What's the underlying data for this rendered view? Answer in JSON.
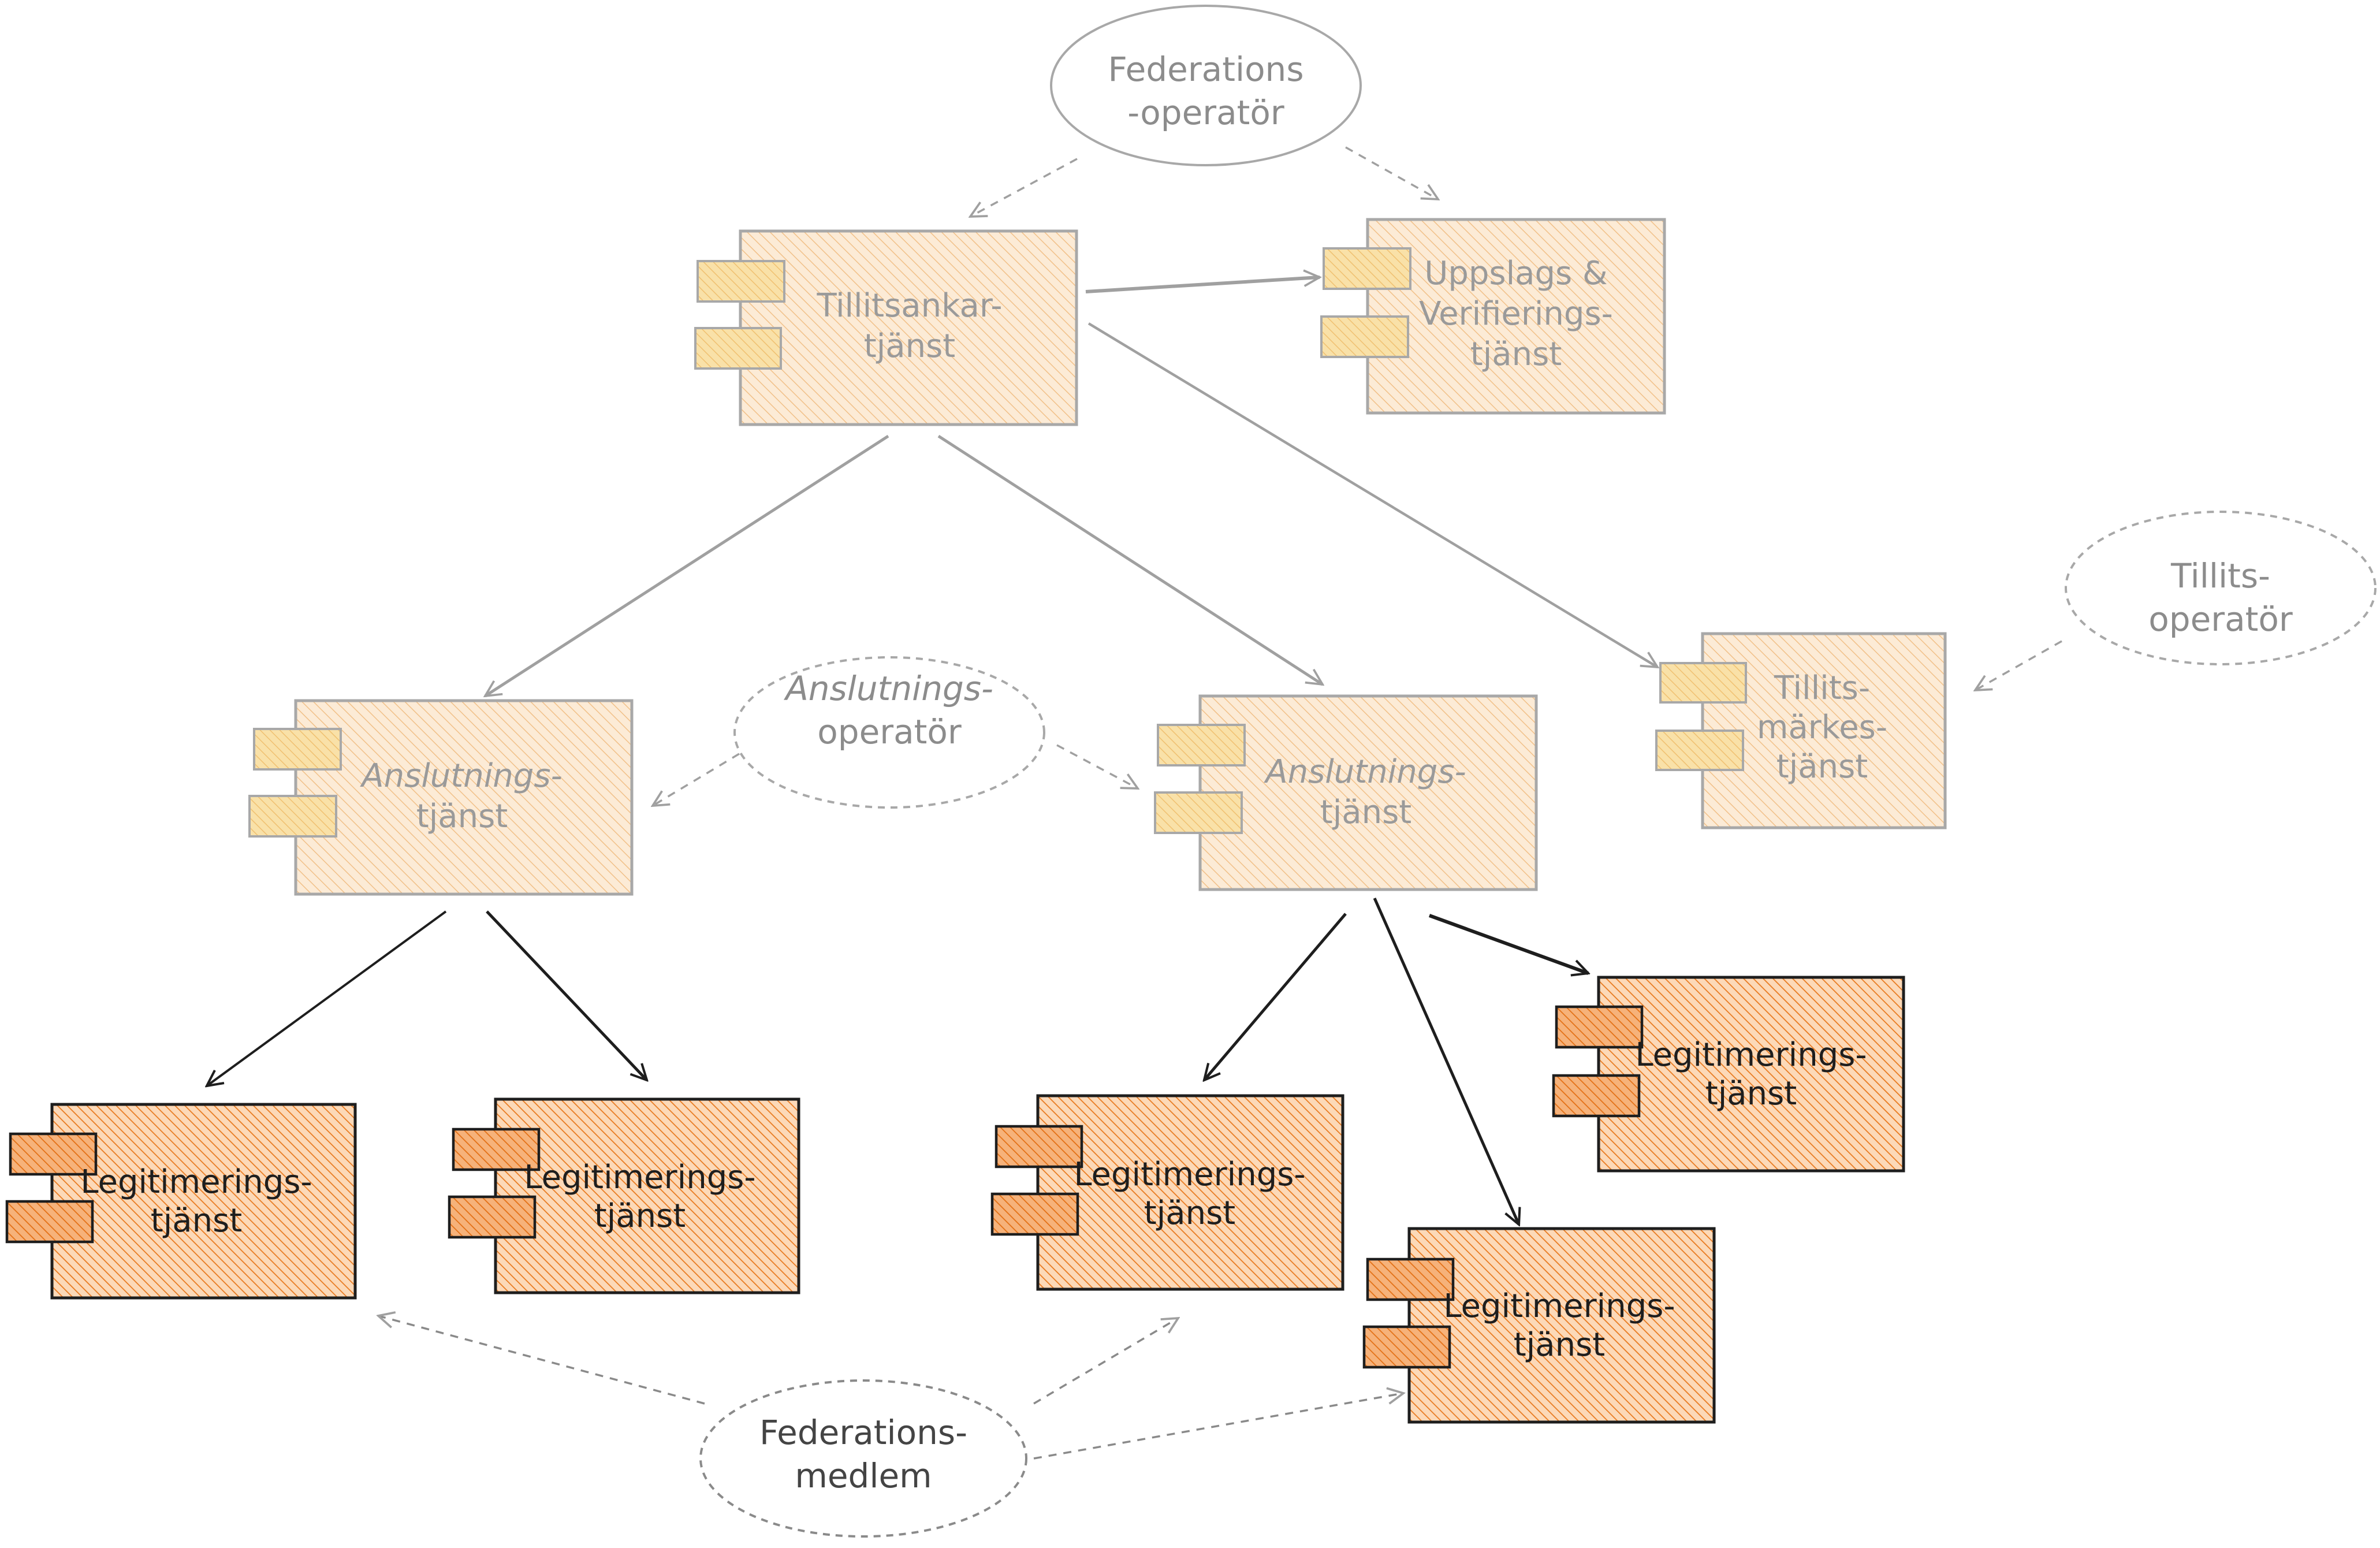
{
  "ellipses": {
    "federations_operator": [
      "Federations",
      "-operatör"
    ],
    "anslutnings_operator": [
      "Anslutnings-",
      "operatör"
    ],
    "tillits_operator": [
      "Tillits-",
      "operatör"
    ],
    "federations_member": [
      "Federations-",
      "medlem"
    ]
  },
  "components": {
    "trust_anchor": [
      "Tillitsankar-",
      "tjänst"
    ],
    "lookup_verification": [
      "Uppslags &",
      "Verifierings-",
      "tjänst"
    ],
    "trust_mark": [
      "Tillits-",
      "märkes-",
      "tjänst"
    ],
    "connection_left": [
      "Anslutnings-",
      "tjänst"
    ],
    "connection_right": [
      "Anslutnings-",
      "tjänst"
    ],
    "auth_1": [
      "Legitimerings-",
      "tjänst"
    ],
    "auth_2": [
      "Legitimerings-",
      "tjänst"
    ],
    "auth_3": [
      "Legitimerings-",
      "tjänst"
    ],
    "auth_4": [
      "Legitimerings-",
      "tjänst"
    ],
    "auth_5": [
      "Legitimerings-",
      "tjänst"
    ]
  },
  "colors": {
    "faint_fill": "#fbe3c6",
    "faint_hatch": "#f3c28a",
    "faint_stroke": "#a8a8a8",
    "dark_fill": "#fbd3ad",
    "dark_hatch": "#e8791e",
    "dark_stroke": "#1e1e1e",
    "port_faint": "#f7d58a",
    "port_dark": "#f08a2f",
    "ellipse_stroke": "#a8a8a8"
  }
}
